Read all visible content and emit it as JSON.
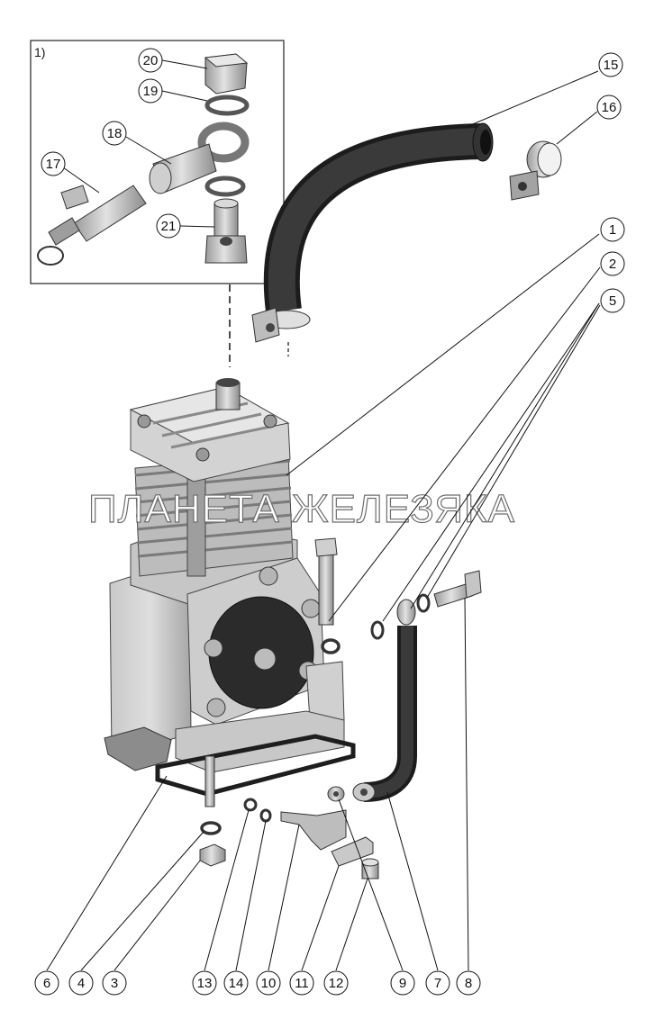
{
  "inset": {
    "label": "1)"
  },
  "watermark": "ПЛАНЕТА ЖЕЛЕЗЯКА",
  "callouts": {
    "c1": "1",
    "c2": "2",
    "c3": "3",
    "c4": "4",
    "c5": "5",
    "c6": "6",
    "c7": "7",
    "c8": "8",
    "c9": "9",
    "c10": "10",
    "c11": "11",
    "c12": "12",
    "c13": "13",
    "c14": "14",
    "c15": "15",
    "c16": "16",
    "c17": "17",
    "c18": "18",
    "c19": "19",
    "c20": "20",
    "c21": "21"
  },
  "colors": {
    "hose": "#2d2d2d",
    "metal_light": "#d4d4d4",
    "metal_mid": "#a9a9a9",
    "metal_dark": "#6b6b6b",
    "gasket": "#1e1e1e",
    "line": "#111111"
  }
}
